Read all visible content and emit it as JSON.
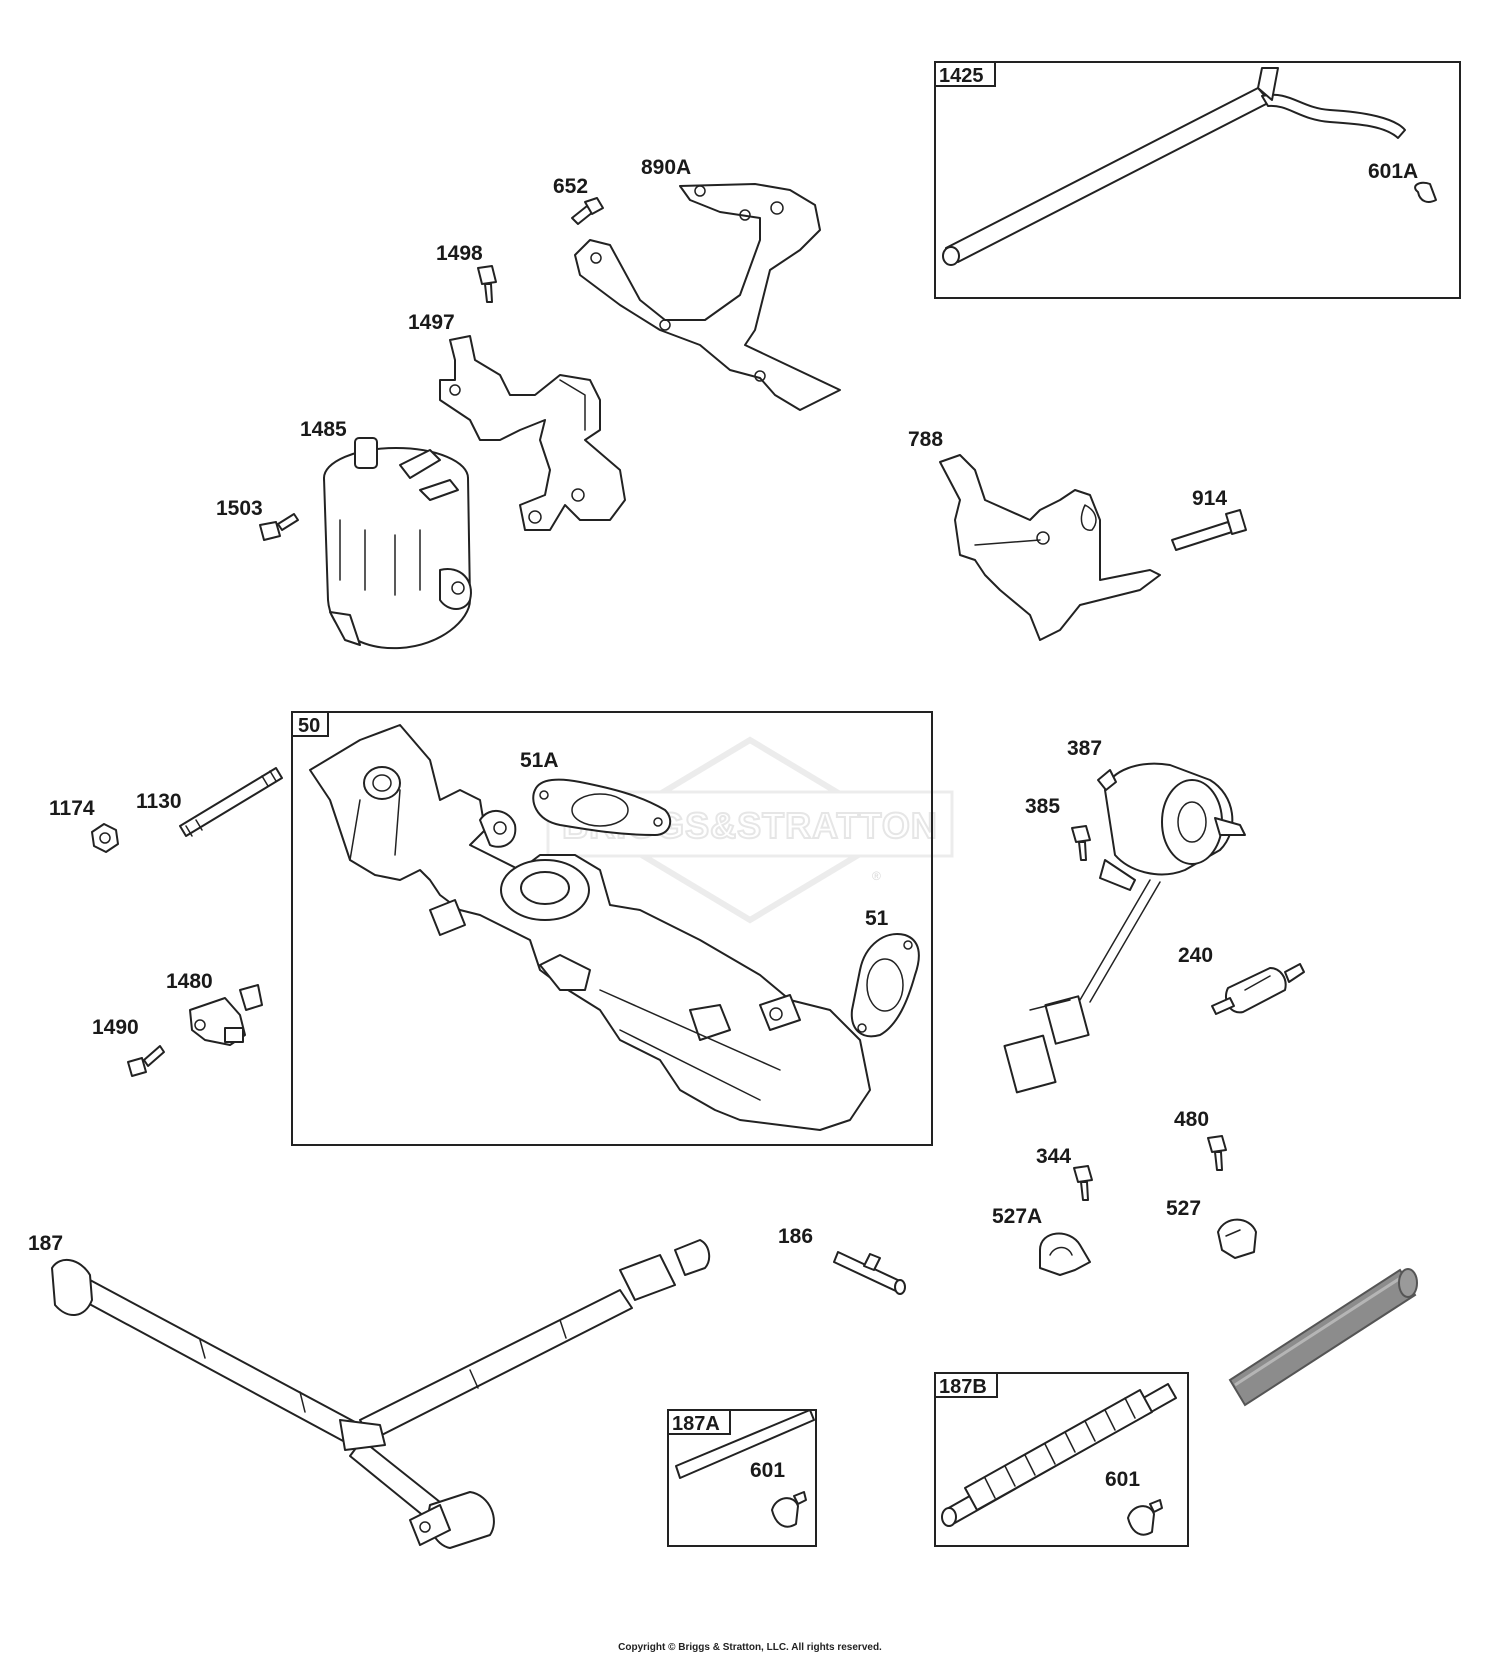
{
  "watermark": {
    "brand": "BRIGGS&STRATTON",
    "mark": "®"
  },
  "callouts": {
    "c1425": "1425",
    "c601A": "601A",
    "c652": "652",
    "c890A": "890A",
    "c1498": "1498",
    "c1497": "1497",
    "c1485": "1485",
    "c1503": "1503",
    "c788": "788",
    "c914": "914",
    "c50": "50",
    "c51A": "51A",
    "c51": "51",
    "c1130": "1130",
    "c1174": "1174",
    "c1480": "1480",
    "c1490": "1490",
    "c387": "387",
    "c385": "385",
    "c240": "240",
    "c480": "480",
    "c344": "344",
    "c527A": "527A",
    "c527": "527",
    "c186": "186",
    "c187": "187",
    "c187A": "187A",
    "c601a": "601",
    "c187B": "187B",
    "c601b": "601"
  },
  "footer": {
    "copyright": "Copyright © Briggs & Stratton, LLC. All rights reserved."
  }
}
